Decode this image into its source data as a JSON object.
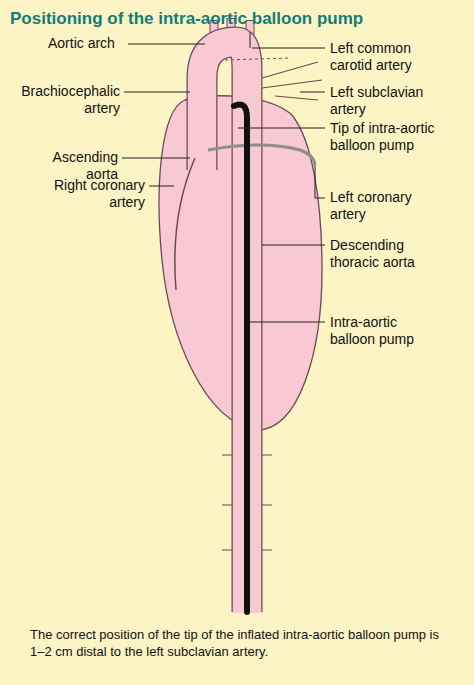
{
  "diagram": {
    "title": "Positioning of the intra-aortic balloon pump",
    "caption": "The correct position of the tip of the inflated intra-aortic balloon pump is 1–2 cm distal to the left subclavian artery.",
    "labels": [
      "Aortic arch",
      "Brachiocephalic artery",
      "Ascending aorta",
      "Right coronary artery",
      "Left common carotid artery",
      "Left subclavian artery",
      "Tip of intra-aortic balloon pump",
      "Left coronary artery",
      "Descending thoracic aorta",
      "Intra-aortic balloon pump"
    ]
  }
}
